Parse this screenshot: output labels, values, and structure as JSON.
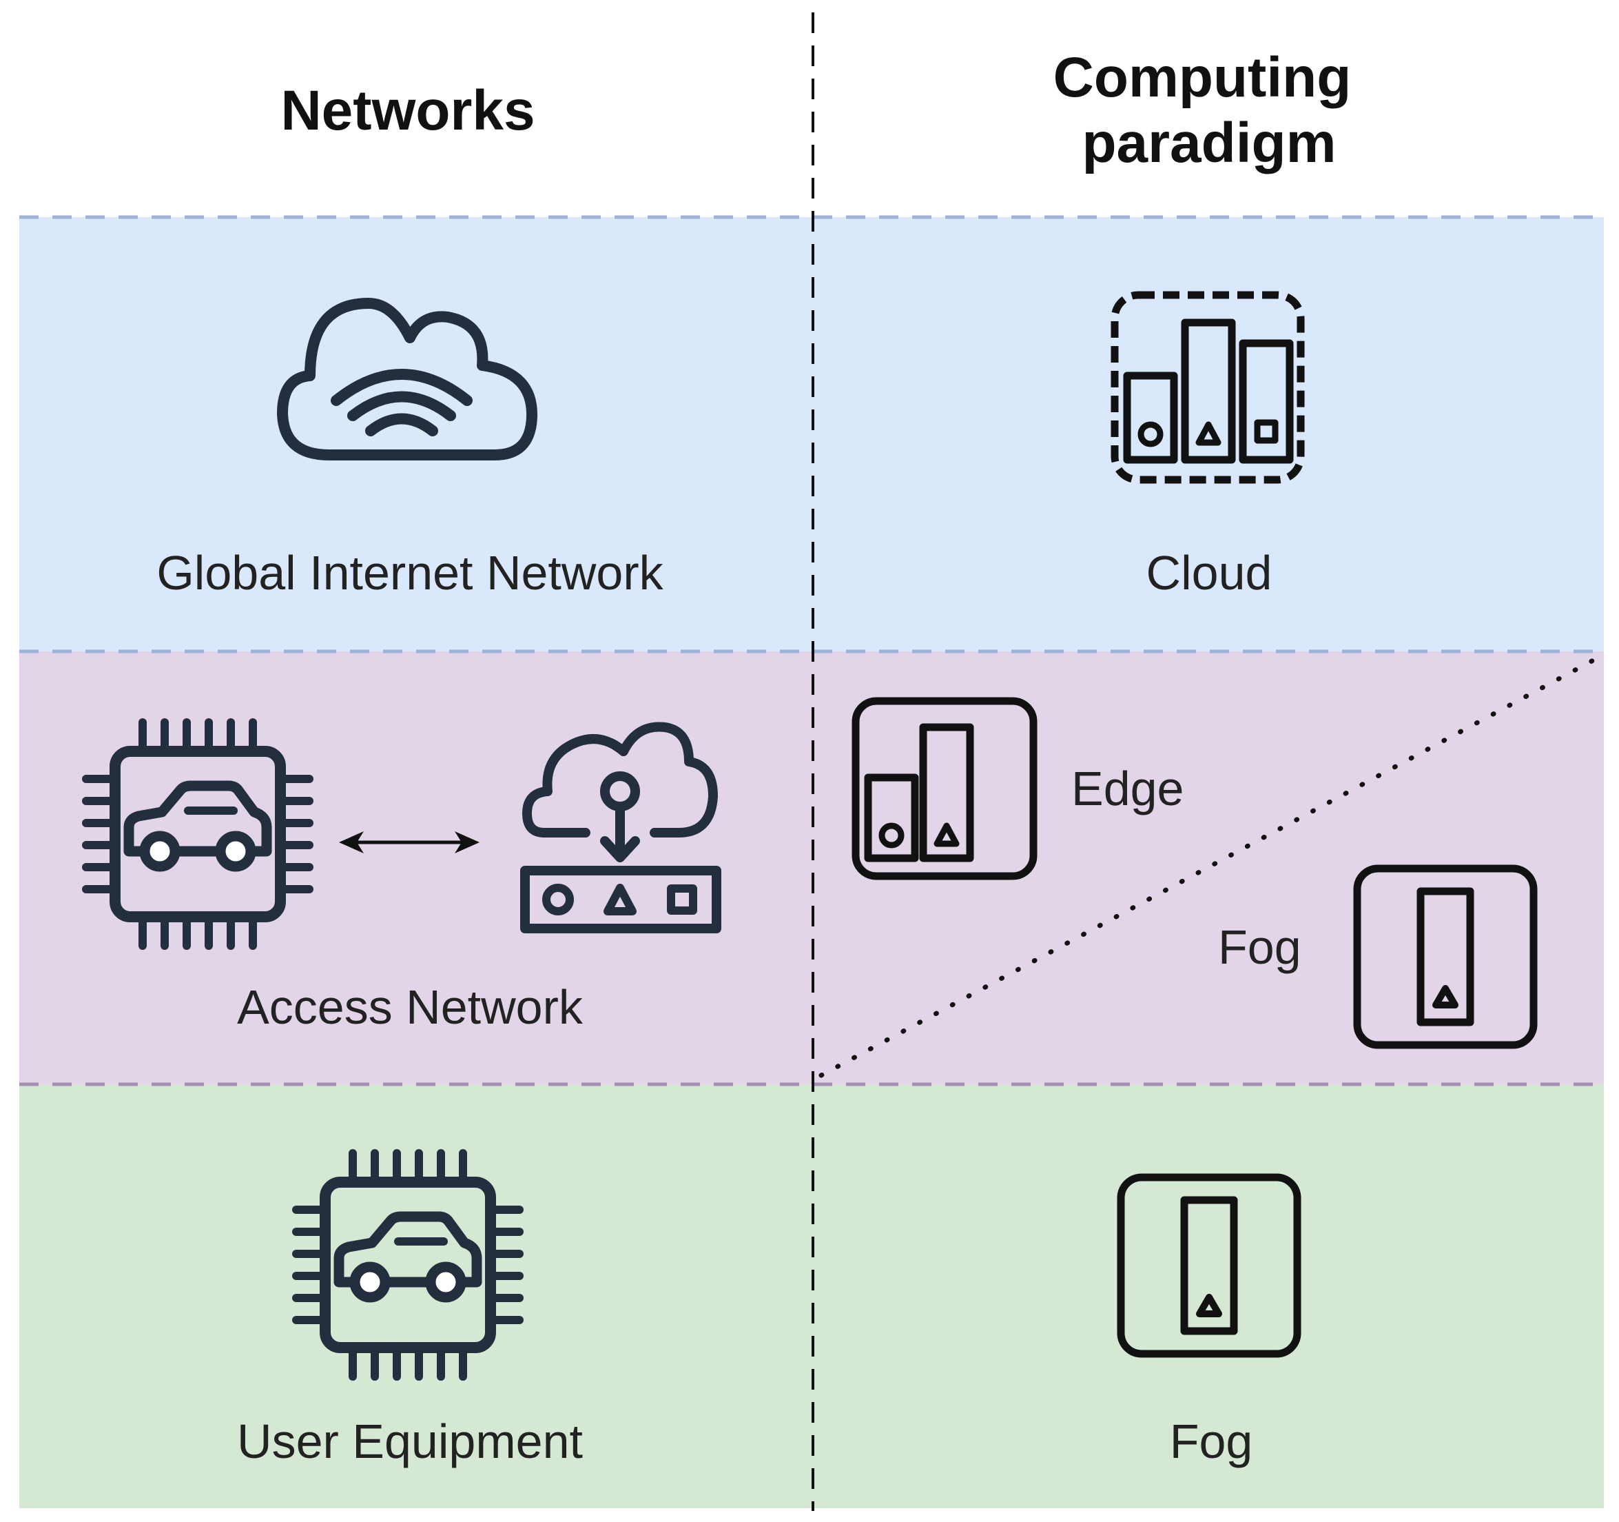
{
  "headers": {
    "networks": "Networks",
    "computing_line1": "Computing",
    "computing_line2": "paradigm"
  },
  "bands": [
    {
      "id": "global",
      "color": "#dae8fc",
      "border_color": "#9db4d8"
    },
    {
      "id": "access",
      "color": "#e1d5e7",
      "border_color": "#a88fb8"
    },
    {
      "id": "user",
      "color": "#d5e8d4"
    }
  ],
  "networks": {
    "global": {
      "label": "Global Internet Network",
      "icon": "cloud-wifi-icon"
    },
    "access": {
      "label": "Access Network",
      "icons": [
        "vehicle-chip-icon",
        "double-arrow-icon",
        "cloud-gateway-icon"
      ]
    },
    "user": {
      "label": "User Equipment",
      "icon": "vehicle-chip-icon"
    }
  },
  "computing": {
    "cloud": {
      "label": "Cloud",
      "icon": "cloud-servers-icon"
    },
    "edge": {
      "label": "Edge",
      "icon": "edge-servers-icon"
    },
    "fog_access": {
      "label": "Fog",
      "icon": "fog-server-icon"
    },
    "fog_user": {
      "label": "Fog",
      "icon": "fog-server-icon"
    }
  }
}
